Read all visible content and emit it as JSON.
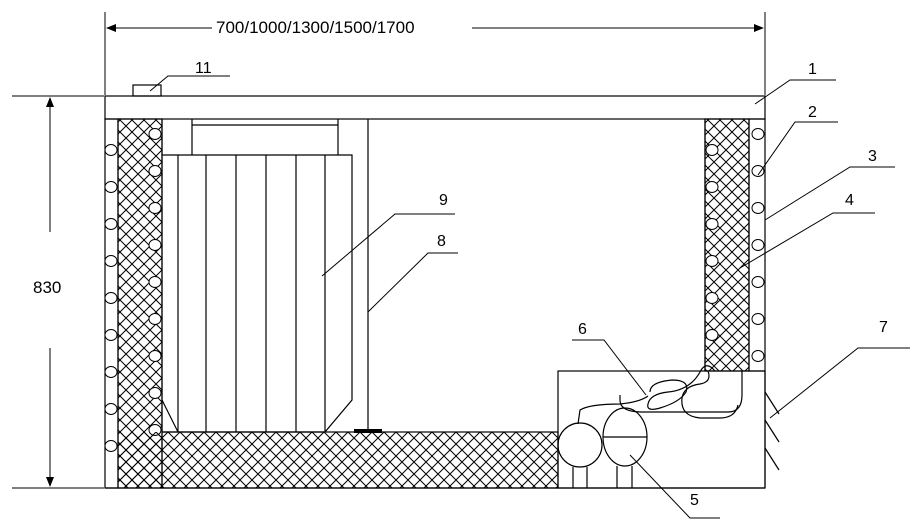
{
  "dimensions": {
    "width_label": "700/1000/1300/1500/1700",
    "height_label": "830"
  },
  "callouts": [
    {
      "id": "c1",
      "text": "1"
    },
    {
      "id": "c2",
      "text": "2"
    },
    {
      "id": "c3",
      "text": "3"
    },
    {
      "id": "c4",
      "text": "4"
    },
    {
      "id": "c5",
      "text": "5"
    },
    {
      "id": "c6",
      "text": "6"
    },
    {
      "id": "c7",
      "text": "7"
    },
    {
      "id": "c8",
      "text": "8"
    },
    {
      "id": "c9",
      "text": "9"
    },
    {
      "id": "c11",
      "text": "11"
    }
  ]
}
